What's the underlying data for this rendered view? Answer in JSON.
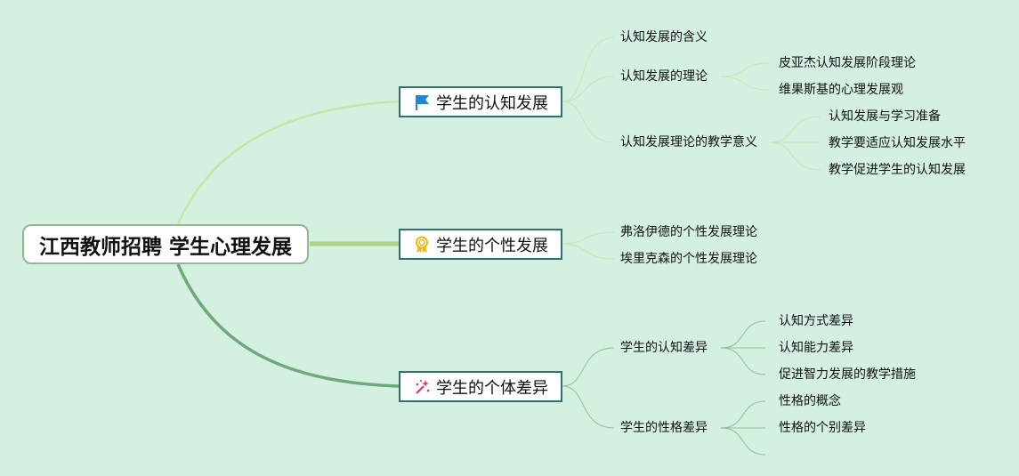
{
  "root": {
    "label": "江西教师招聘 学生心理发展"
  },
  "branches": [
    {
      "label": "学生的认知发展",
      "icon": "flag-icon",
      "children": [
        {
          "label": "认知发展的含义",
          "children": []
        },
        {
          "label": "认知发展的理论",
          "children": [
            {
              "label": "皮亚杰认知发展阶段理论"
            },
            {
              "label": "维果斯基的心理发展观"
            }
          ]
        },
        {
          "label": "认知发展理论的教学意义",
          "children": [
            {
              "label": "认知发展与学习准备"
            },
            {
              "label": "教学要适应认知发展水平"
            },
            {
              "label": "教学促进学生的认知发展"
            }
          ]
        }
      ]
    },
    {
      "label": "学生的个性发展",
      "icon": "award-medal-icon",
      "children": [
        {
          "label": "弗洛伊德的个性发展理论",
          "children": []
        },
        {
          "label": "埃里克森的个性发展理论",
          "children": []
        }
      ]
    },
    {
      "label": "学生的个体差异",
      "icon": "sparkle-wand-icon",
      "children": [
        {
          "label": "学生的认知差异",
          "children": [
            {
              "label": "认知方式差异"
            },
            {
              "label": "认知能力差异"
            },
            {
              "label": "促进智力发展的教学措施"
            }
          ]
        },
        {
          "label": "学生的性格差异",
          "children": [
            {
              "label": "性格的概念"
            },
            {
              "label": "性格的个别差异"
            },
            {
              "label": ""
            }
          ]
        }
      ]
    }
  ],
  "colors": {
    "background": "#d3f0e0",
    "branch_line_1": "#c4e8a4",
    "branch_line_2": "#a8d48a",
    "branch_line_3": "#6fa87a",
    "leaf_line_1": "#c9e6b0",
    "leaf_line_2": "#c4e8a4",
    "leaf_line_3": "#8fbf95",
    "flag": "#1e88d6",
    "medal": "#f2b90f",
    "wand": "#e0306b"
  }
}
